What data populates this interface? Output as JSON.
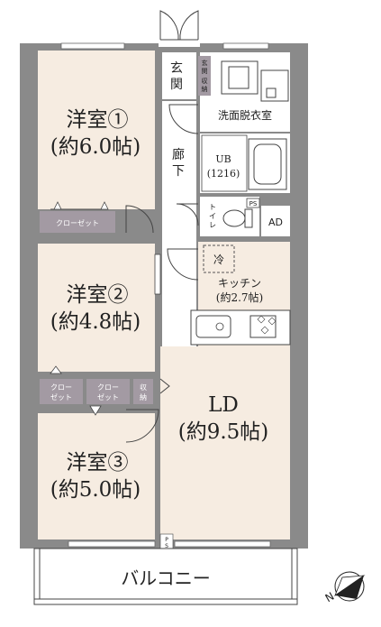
{
  "rooms": {
    "western1": {
      "name": "洋室①",
      "size": "(約6.0帖)"
    },
    "western2": {
      "name": "洋室②",
      "size": "(約4.8帖)"
    },
    "western3": {
      "name": "洋室③",
      "size": "(約5.0帖)"
    },
    "ld": {
      "name": "LD",
      "size": "(約9.5帖)"
    },
    "kitchen": {
      "name": "キッチン",
      "size": "(約2.7帖)"
    },
    "washroom": "洗面脱衣室",
    "ub": {
      "name": "UB",
      "size": "(1216)"
    },
    "corridor": [
      "廊",
      "下"
    ],
    "entrance": [
      "玄",
      "関"
    ],
    "entrance_storage": [
      "玄",
      "関",
      "収",
      "納"
    ],
    "toilet": [
      "ト",
      "イ",
      "レ"
    ],
    "ps": "PS",
    "ad": "AD",
    "fridge": "冷",
    "closet1": "クローゼット",
    "closet2": [
      "クロー",
      "ゼット"
    ],
    "closet3": [
      "クロー",
      "ゼット"
    ],
    "storage": [
      "収",
      "納"
    ],
    "ps_bottom": [
      "P",
      "S"
    ],
    "balcony": "バルコニー"
  },
  "compass": {
    "letter": "N"
  },
  "colors": {
    "wall": "#8a8a8a",
    "bedroom_floor": "#f6ece1",
    "ld_floor": "#f6ece1",
    "wet_floor": "#ffffff",
    "closet": "#a39aa3"
  }
}
